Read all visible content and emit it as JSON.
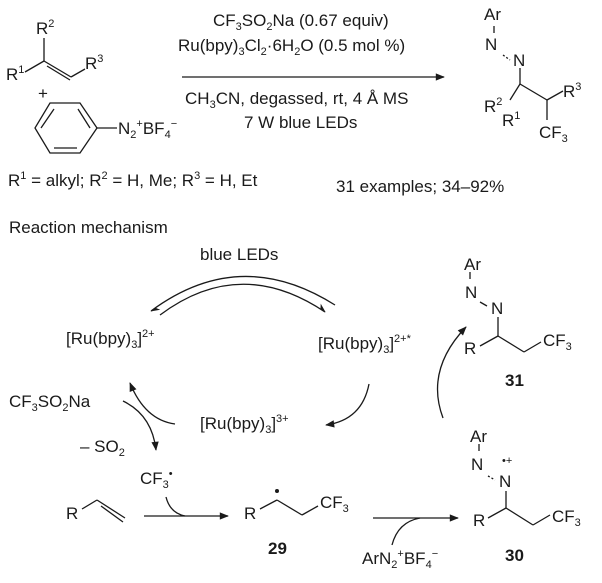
{
  "scheme": {
    "reactant_alkene": {
      "r1": "R",
      "r1_sup": "1",
      "r2": "R",
      "r2_sup": "2",
      "r3": "R",
      "r3_sup": "3",
      "plus": "+"
    },
    "reactant_diazonium": {
      "n": "N",
      "n_sub": "2",
      "plus": "+",
      "bf": "BF",
      "bf_sub": "4",
      "minus": "−"
    },
    "conditions_above": [
      {
        "a": "CF",
        "a_sub": "3",
        "b": "SO",
        "b_sub": "2",
        "c": "Na (0.67 equiv)"
      },
      {
        "a": "Ru(bpy)",
        "a_sub": "3",
        "b": "Cl",
        "b_sub": "2",
        "c": "·6H",
        "c_sub": "2",
        "d": "O (0.5 mol %)"
      }
    ],
    "conditions_below": [
      {
        "a": "CH",
        "a_sub": "3",
        "b": "CN, degassed, rt, 4 Å MS"
      },
      {
        "a": "7 W blue LEDs"
      }
    ],
    "product": {
      "ar": "Ar",
      "n1": "N",
      "n2": "N",
      "r2": "R",
      "r2_sup": "2",
      "r1": "R",
      "r1_sup": "1",
      "r3": "R",
      "r3_sup": "3",
      "cf": "CF",
      "cf_sub": "3"
    },
    "substituent_note": {
      "r1": "R",
      "s1": "1",
      "t1": " = alkyl; R",
      "s2": "2",
      "t2": " = H, Me; R",
      "s3": "3",
      "t3": " = H, Et"
    },
    "yield_note": "31 examples; 34–92%"
  },
  "mechanism": {
    "heading": "Reaction mechanism",
    "light": "blue LEDs",
    "ru2": {
      "a": "[Ru(bpy)",
      "a_sub": "3",
      "b": "]",
      "b_sup": "2+"
    },
    "ru2_excited": {
      "a": "[Ru(bpy)",
      "a_sub": "3",
      "b": "]",
      "b_sup": "2+*"
    },
    "ru3": {
      "a": "[Ru(bpy)",
      "a_sub": "3",
      "b": "]",
      "b_sup": "3+"
    },
    "sulfinate": {
      "a": "CF",
      "a_sub": "3",
      "b": "SO",
      "b_sub": "2",
      "c": "Na"
    },
    "so2_loss": {
      "a": "– SO",
      "a_sub": "2"
    },
    "cf3_radical": {
      "a": "CF",
      "a_sub": "3",
      "a_sup": "•"
    },
    "alkene": {
      "r": "R"
    },
    "int29": {
      "r": "R",
      "cf": "CF",
      "cf_sub": "3",
      "label": "29"
    },
    "reagent_diazonium": {
      "a": "ArN",
      "a_sub": "2",
      "a_sup": "+",
      "b": "BF",
      "b_sub": "4",
      "b_sup": "−"
    },
    "int30": {
      "ar": "Ar",
      "n1": "N",
      "n2": "N",
      "charge": "•+",
      "r": "R",
      "cf": "CF",
      "cf_sub": "3",
      "label": "30"
    },
    "prod31": {
      "ar": "Ar",
      "n1": "N",
      "n2": "N",
      "r": "R",
      "cf": "CF",
      "cf_sub": "3",
      "label": "31"
    }
  }
}
